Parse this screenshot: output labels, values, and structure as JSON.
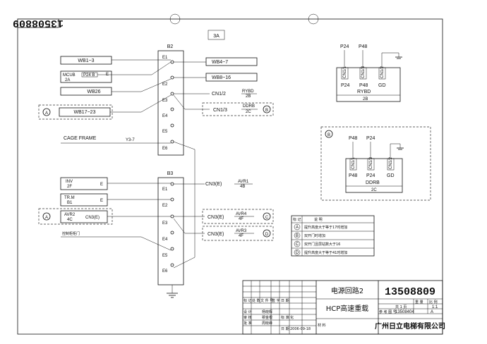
{
  "drawing_no_rotated": "13508809",
  "sheet_ref": "3A",
  "terminal_blocks": {
    "b2": {
      "name": "B2",
      "taps": [
        "E1",
        "E2",
        "E3",
        "E4",
        "E5",
        "E6"
      ]
    },
    "b3": {
      "name": "B3",
      "taps": [
        "E1",
        "E2",
        "E3",
        "E4",
        "E5",
        "E6"
      ]
    }
  },
  "left_boxes": {
    "wb1": "WB1~3",
    "mcub_top": "MCUB",
    "mcub_bottom": "2A",
    "mcub_e": "E",
    "mcub_inner": "P24  B",
    "wb26": "WB26",
    "wb17": "WB17~23",
    "inv_top": "INV",
    "inv_bottom": "2F",
    "inv_e": "E",
    "tr_top": "TR.M",
    "tr_bottom": "B1",
    "tr_e": "E",
    "avr2_top": "AVR2",
    "avr2_bottom": "4C",
    "avr2_cn": "CN3(E)"
  },
  "right_labels": {
    "wb4": "WB4~7",
    "wb8": "WB8~16",
    "cn12": "CN1/2",
    "rybd_top": "RYBD",
    "rybd_bottom": "2B",
    "cn13": "CN1/3",
    "ddrb_top": "DDRB",
    "ddrb_bottom": "2C",
    "cn3e_1": "CN3(E)",
    "avr1_top": "AVR1",
    "avr1_bottom": "4B",
    "cn3e_2": "CN3(E)",
    "avr4_top": "AVR4",
    "avr4_bottom": "4F",
    "cn3e_3": "CN3(E)",
    "avr3_top": "AVR3",
    "avr3_bottom": "4F"
  },
  "markers": {
    "a": "A",
    "b": "B",
    "c": "C",
    "d": "D"
  },
  "cage_frame": "CAGE FRAME",
  "cage_frame_tag": "Y3-7",
  "control_note": "控制柜柜门",
  "rybd_panel": {
    "top_left": "P24",
    "top_mid": "P48",
    "pins": [
      "CN1/1",
      "CN1/3",
      "CN1/2"
    ],
    "bottom": [
      "P24",
      "P48",
      "GD"
    ],
    "name": "RYBD",
    "ref": "2B"
  },
  "ddrb_panel": {
    "marker": "B",
    "top_left": "P48",
    "top_mid": "P24",
    "pins": [
      "CN1/1",
      "CN1/3",
      "CN1/2"
    ],
    "bottom": [
      "P48",
      "P24",
      "GD"
    ],
    "name": "DDRB",
    "ref": "2C"
  },
  "legend": {
    "header_mark": "标 记",
    "header_desc": "说    明",
    "rows": [
      {
        "mark": "A",
        "desc": "提升高度大于等于17时增加"
      },
      {
        "mark": "B",
        "desc": "双开门时增加"
      },
      {
        "mark": "C",
        "desc": "双开门且层站数大于16"
      },
      {
        "mark": "D",
        "desc": "提升高度大于等于41时增加"
      }
    ]
  },
  "title_block": {
    "title": "电源回路2",
    "subtitle": "HCP高速重载",
    "drawing_no": "13508809",
    "company": "广州日立电梯有限公司",
    "ref_no": "13508404",
    "date": "2006-09-18",
    "version": "A",
    "scale": "1:1",
    "pages": "共 1 页",
    "label_design": "设 计",
    "label_check": "审 核",
    "label_approve": "批 准",
    "label_material": "材 料",
    "label_date": "日 期",
    "label_mark": "标 记",
    "label_count": "处 数",
    "label_doc": "文 件 号",
    "label_sign": "签 字",
    "label_std": "标 准 化",
    "label_ref": "参 考 图 号",
    "label_weight": "重 量",
    "label_ratio": "比 例",
    "designer": "杨晓辉",
    "checker": "穆金根",
    "approver": "周晓峰"
  }
}
